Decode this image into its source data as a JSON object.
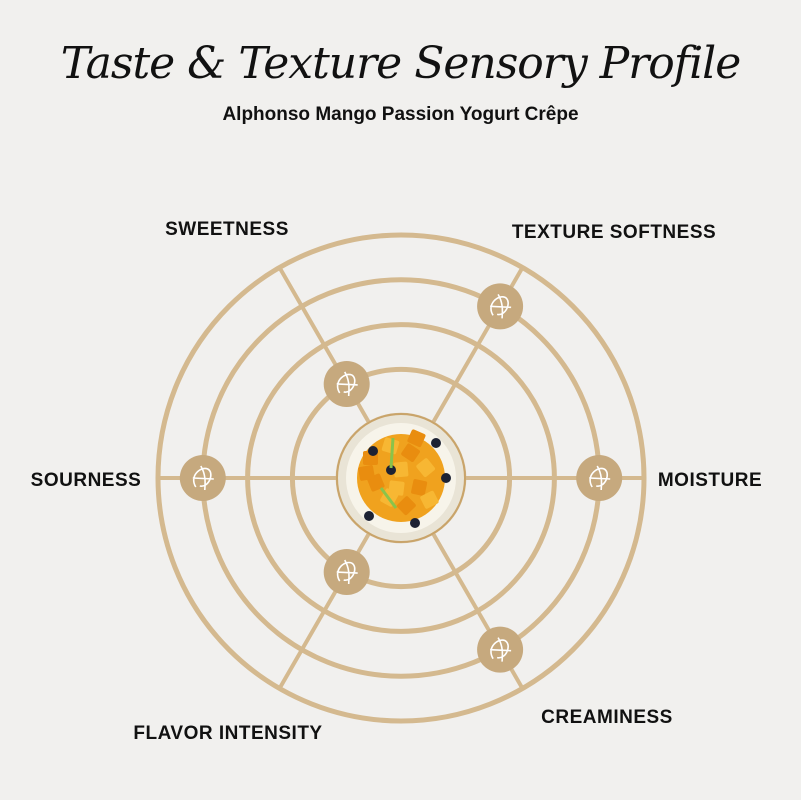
{
  "title": "Taste & Texture Sensory Profile",
  "subtitle": "Alphonso Mango Passion Yogurt Crêpe",
  "colors": {
    "ring": "#d4b98f",
    "marker": "#c6a97e",
    "marker_icon": "#ffffff",
    "text": "#111111",
    "background": "#f1f0ee"
  },
  "chart_data": {
    "type": "radar",
    "title": "Taste & Texture Sensory Profile",
    "subtitle": "Alphonso Mango Passion Yogurt Crêpe",
    "scale": [
      1,
      5
    ],
    "rings": [
      1,
      2,
      3,
      4,
      5
    ],
    "axes": [
      {
        "label": "MOISTURE",
        "angle_deg": 0,
        "value": 4
      },
      {
        "label": "TEXTURE SOFTNESS",
        "angle_deg": 60,
        "value": 4
      },
      {
        "label": "SWEETNESS",
        "angle_deg": 120,
        "value": 2
      },
      {
        "label": "SOURNESS",
        "angle_deg": 180,
        "value": 4
      },
      {
        "label": "FLAVOR INTENSITY",
        "angle_deg": 240,
        "value": 2
      },
      {
        "label": "CREAMINESS",
        "angle_deg": 300,
        "value": 4
      }
    ]
  }
}
